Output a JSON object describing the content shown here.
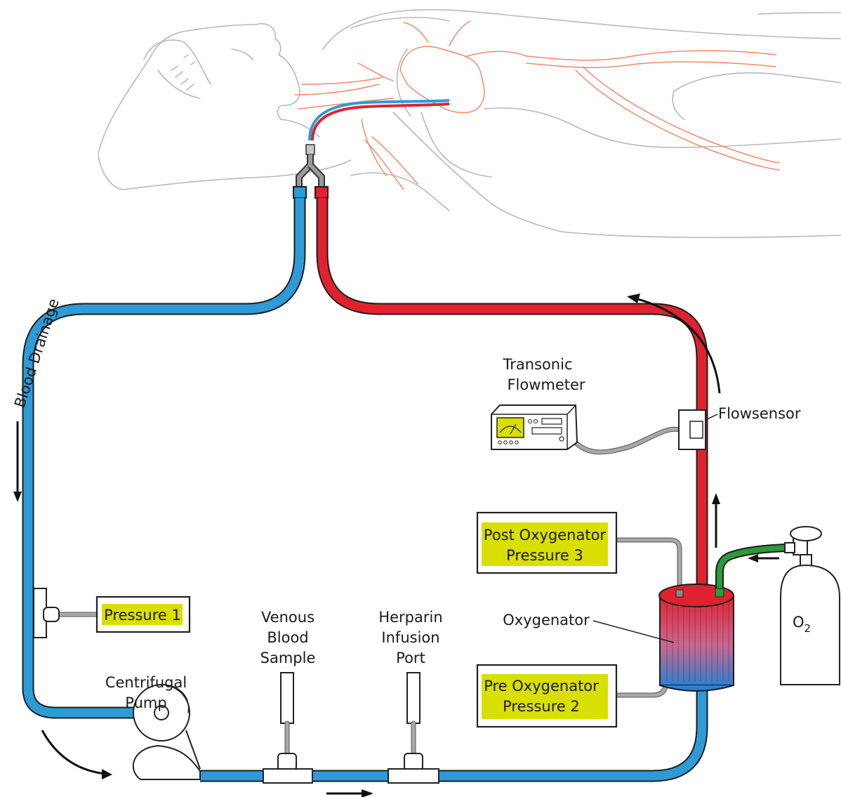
{
  "labels": {
    "blood_drainage": "Blood Drainage",
    "transonic_flowmeter": [
      "Transonic",
      "Flowmeter"
    ],
    "flowsensor": "Flowsensor",
    "post_oxygenator_pressure": [
      "Post Oxygenator",
      "Pressure 3"
    ],
    "pre_oxygenator_pressure": [
      "Pre Oxygenator",
      "Pressure 2"
    ],
    "pressure_1": "Pressure 1",
    "oxygenator": "Oxygenator",
    "o2_base": "O",
    "o2_sub": "2",
    "venous_blood_sample": [
      "Venous",
      "Blood",
      "Sample"
    ],
    "heparin_infusion_port": [
      "Herparin",
      "Infusion",
      "Port"
    ],
    "centrifugal_pump": [
      "Centrifugal",
      "Pump"
    ]
  },
  "colors": {
    "venous_tube": "#2e9ad6",
    "arterial_tube": "#e0222f",
    "highlight": "#d9df00",
    "gas_line": "#2a9a3a",
    "patient_outline": "#b8b8b8",
    "vessels": "#f08a6a"
  }
}
